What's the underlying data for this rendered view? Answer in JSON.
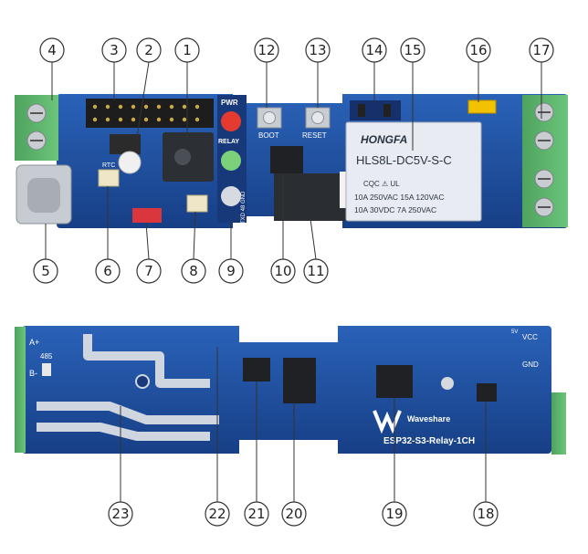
{
  "front_silkscreen": {
    "pwr": "PWR",
    "relay": "RELAY",
    "rtc": "RTC",
    "boot": "BOOT",
    "reset": "RESET",
    "side_pins": "TXD 48 GND"
  },
  "relay_print": {
    "brand": "HONGFA",
    "model": "HLS8L-DC5V-S-C",
    "rating_line1": "10A 250VAC   15A 120VAC",
    "rating_line2": "10A 30VDC   7A 250VAC"
  },
  "back_silkscreen": {
    "a_plus": "A+",
    "b_minus": "B-",
    "rs485": "485",
    "vcc": "VCC",
    "gnd": "GND",
    "v5": "5V",
    "brand": "Waveshare",
    "product": "ESP32-S3-Relay-1CH"
  },
  "callouts": [
    {
      "n": "4"
    },
    {
      "n": "3"
    },
    {
      "n": "2"
    },
    {
      "n": "1"
    },
    {
      "n": "12"
    },
    {
      "n": "13"
    },
    {
      "n": "14"
    },
    {
      "n": "15"
    },
    {
      "n": "16"
    },
    {
      "n": "17"
    },
    {
      "n": "5"
    },
    {
      "n": "6"
    },
    {
      "n": "7"
    },
    {
      "n": "8"
    },
    {
      "n": "9"
    },
    {
      "n": "10"
    },
    {
      "n": "11"
    },
    {
      "n": "23"
    },
    {
      "n": "22"
    },
    {
      "n": "21"
    },
    {
      "n": "20"
    },
    {
      "n": "19"
    },
    {
      "n": "18"
    }
  ],
  "colors": {
    "pcb_blue": "#1c4fa0",
    "terminal_green": "#5db46b",
    "relay_body": "#e8ecf2",
    "callout_line": "#333333"
  }
}
